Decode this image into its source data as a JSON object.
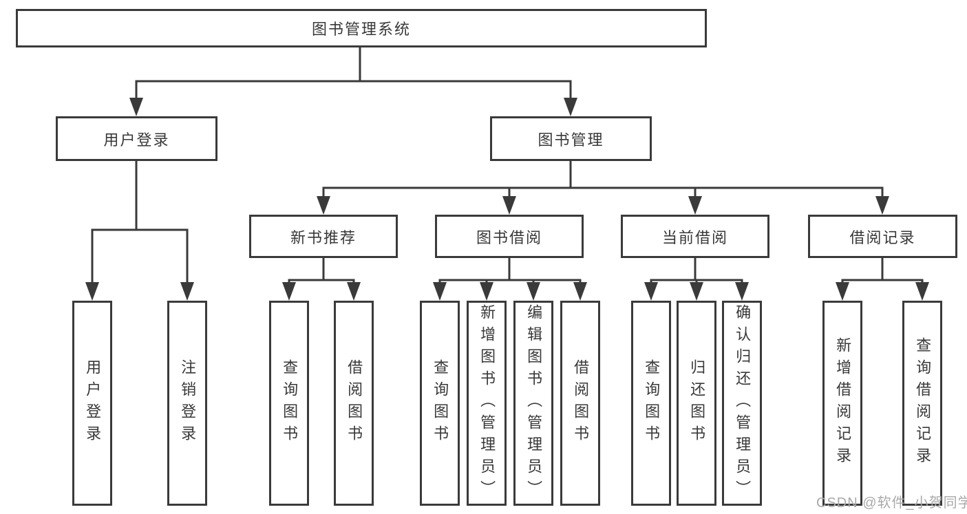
{
  "diagram": {
    "root": {
      "label": "图书管理系统"
    },
    "level2": {
      "user_login": {
        "label": "用户登录"
      },
      "book_mgmt": {
        "label": "图书管理"
      }
    },
    "level3": {
      "new_book_rec": {
        "label": "新书推荐"
      },
      "book_borrow": {
        "label": "图书借阅"
      },
      "current_borrow": {
        "label": "当前借阅"
      },
      "borrow_records": {
        "label": "借阅记录"
      }
    },
    "leaves": {
      "user_login": "用户登录",
      "logout": "注销登录",
      "rec_query_books": "查询图书",
      "rec_borrow_books": "借阅图书",
      "bor_query_books": "查询图书",
      "bor_add_books": "新增图书（管理员）",
      "bor_edit_books": "编辑图书（管理员）",
      "bor_borrow_books": "借阅图书",
      "cur_query_books": "查询图书",
      "cur_return_books": "归还图书",
      "cur_confirm_return": "确认归还（管理员）",
      "hist_add_record": "新增借阅记录",
      "hist_query_record": "查询借阅记录"
    }
  },
  "watermark": {
    "text": "CSDN @软件_小贺同学"
  },
  "colors": {
    "line": "#3a3a3a",
    "box_border": "#3a3a3a",
    "text": "#383838",
    "watermark": "#a9a9a9",
    "background": "#ffffff"
  }
}
